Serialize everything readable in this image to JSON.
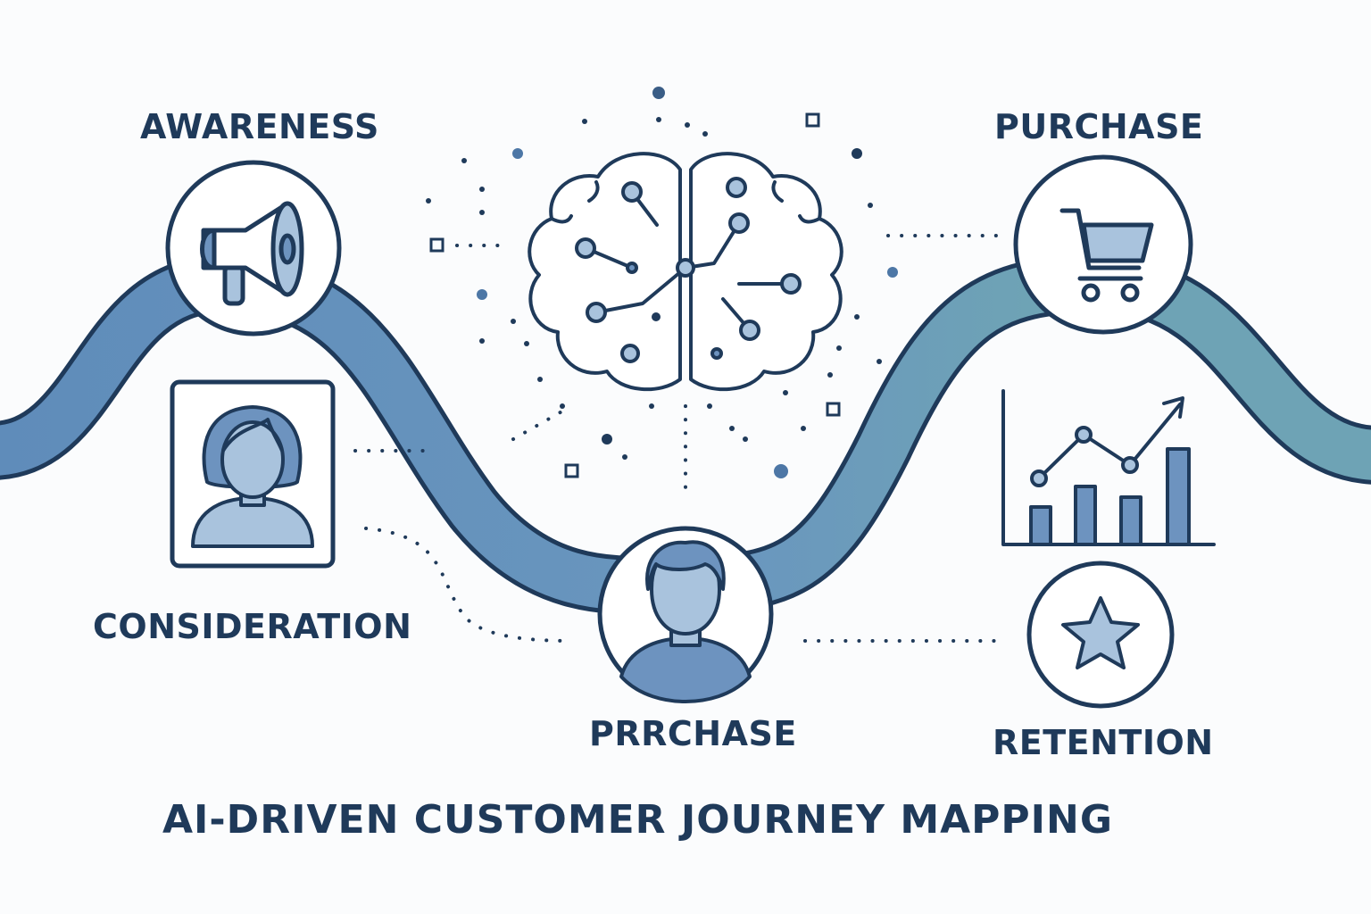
{
  "labels": {
    "awareness": "AWARENESS",
    "purchase_top": "PURCHASE",
    "consideration": "CONSIDERATION",
    "purchase_bottom": "PRRCHASE",
    "retention": "RETENTION"
  },
  "title": "AI-DRIVEN CUSTOMER JOURNEY MAPPING",
  "icons": {
    "awareness": "megaphone-icon",
    "consideration": "woman-profile-icon",
    "brain": "ai-brain-network-icon",
    "customer": "man-avatar-icon",
    "purchase": "shopping-cart-icon",
    "analytics": "bar-line-chart-icon",
    "retention": "star-icon"
  },
  "colors": {
    "outline": "#1f3a5a",
    "path_blue": "#5f8cba",
    "path_teal": "#6ea3b5",
    "fill_light": "#a9c3dd",
    "fill_mid": "#6d93bf"
  }
}
